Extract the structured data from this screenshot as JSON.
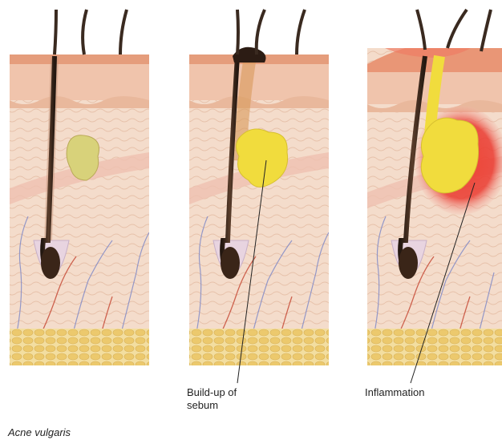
{
  "labels": {
    "buildup_of_sebum": "Build-up of\nsebum",
    "inflammation": "Inflammation"
  },
  "caption": "Acne vulgaris",
  "panels": [
    {
      "id": "normal",
      "sebum": "small"
    },
    {
      "id": "blocked",
      "sebum": "build-up"
    },
    {
      "id": "inflamed",
      "sebum": "inflamed"
    }
  ],
  "colors": {
    "skin": "#f3d9c6",
    "epidermis": "#e9a98a",
    "hair": "#3a2a20",
    "sebum": "#f2e04a",
    "inflammation": "#e8302c",
    "fat": "#f1d58a"
  }
}
